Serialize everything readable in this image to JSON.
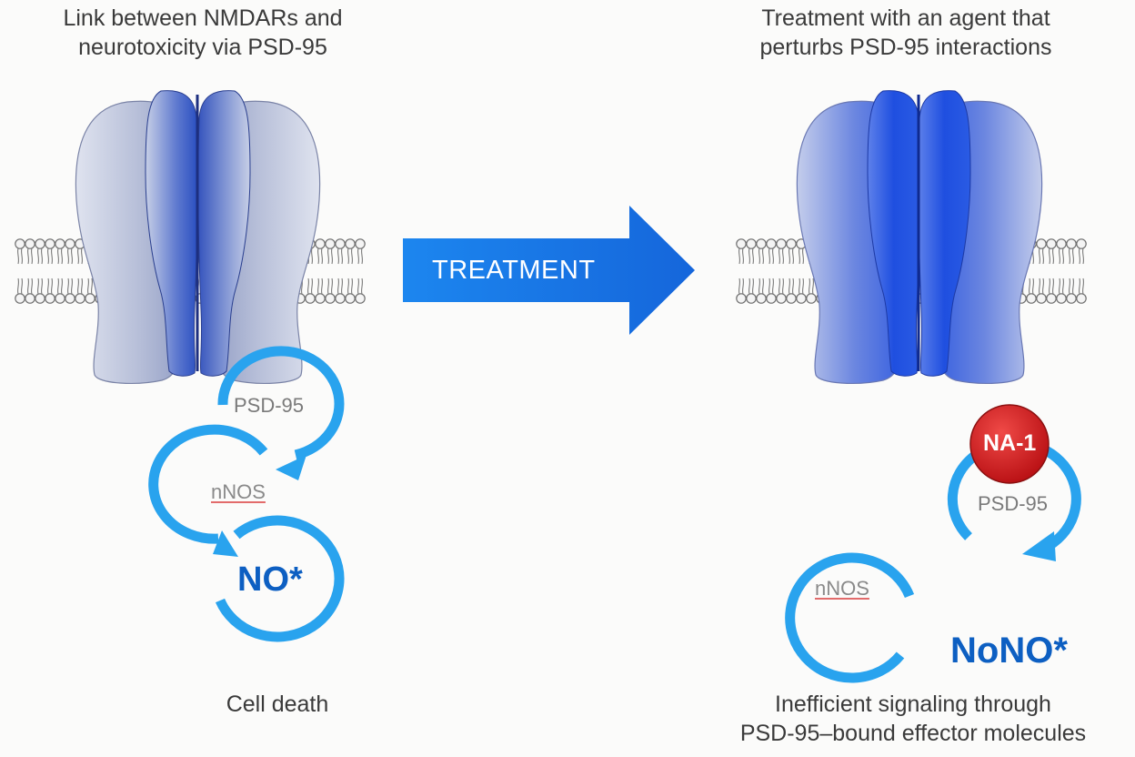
{
  "left_panel": {
    "title_line1": "Link between NMDARs and",
    "title_line2": "neurotoxicity via PSD-95",
    "psd95_label": "PSD-95",
    "nnos_label": "nNOS",
    "no_label": "NO*",
    "caption": "Cell death"
  },
  "arrow": {
    "label": "TREATMENT"
  },
  "right_panel": {
    "title_line1": "Treatment with an agent that",
    "title_line2": "perturbs PSD-95 interactions",
    "na1_label": "NA-1",
    "psd95_label": "PSD-95",
    "nnos_label": "nNOS",
    "nono_label": "NoNO*",
    "caption_line1": "Inefficient signaling through",
    "caption_line2": "PSD-95–bound effector molecules"
  },
  "colors": {
    "cycle_blue": "#29a3ee",
    "arrow_blue": "#1a7ae6",
    "receptor_dark_blue": "#2f55c8",
    "receptor_gray": "#c9d0e4",
    "na1_red": "#d8161c",
    "text_blue": "#0d5fc2"
  }
}
